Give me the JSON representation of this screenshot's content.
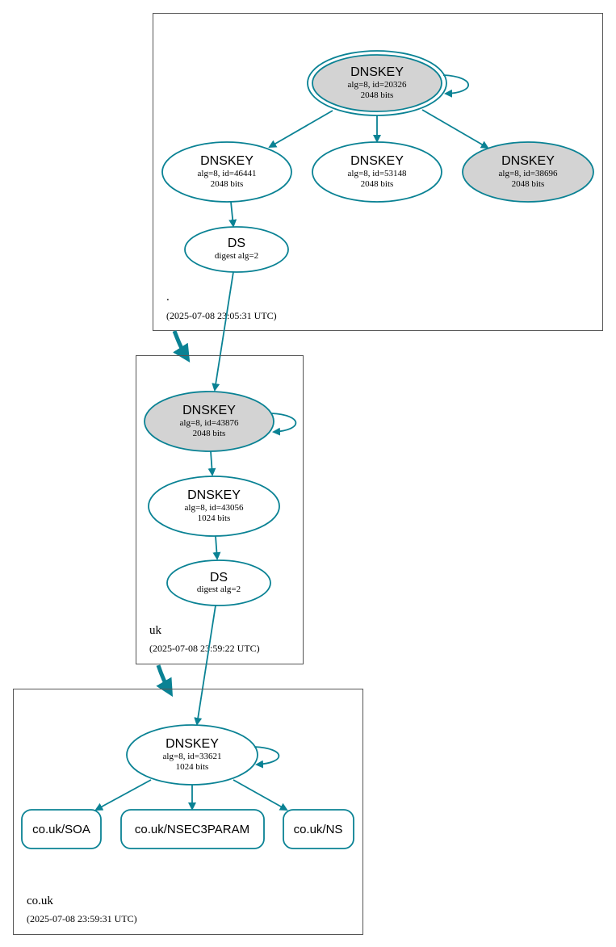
{
  "zones": {
    "root": {
      "name": ".",
      "timestamp": "(2025-07-08 23:05:31 UTC)",
      "ksk": {
        "title": "DNSKEY",
        "line1": "alg=8, id=20326",
        "line2": "2048 bits"
      },
      "zsk1": {
        "title": "DNSKEY",
        "line1": "alg=8, id=46441",
        "line2": "2048 bits"
      },
      "zsk2": {
        "title": "DNSKEY",
        "line1": "alg=8, id=53148",
        "line2": "2048 bits"
      },
      "key3": {
        "title": "DNSKEY",
        "line1": "alg=8, id=38696",
        "line2": "2048 bits"
      },
      "ds": {
        "title": "DS",
        "line1": "digest alg=2"
      }
    },
    "uk": {
      "name": "uk",
      "timestamp": "(2025-07-08 23:59:22 UTC)",
      "ksk": {
        "title": "DNSKEY",
        "line1": "alg=8, id=43876",
        "line2": "2048 bits"
      },
      "zsk": {
        "title": "DNSKEY",
        "line1": "alg=8, id=43056",
        "line2": "1024 bits"
      },
      "ds": {
        "title": "DS",
        "line1": "digest alg=2"
      }
    },
    "couk": {
      "name": "co.uk",
      "timestamp": "(2025-07-08 23:59:31 UTC)",
      "key": {
        "title": "DNSKEY",
        "line1": "alg=8, id=33621",
        "line2": "1024 bits"
      },
      "records": {
        "soa": "co.uk/SOA",
        "nsec3param": "co.uk/NSEC3PARAM",
        "ns": "co.uk/NS"
      }
    }
  },
  "colors": {
    "edge": "#0a8294",
    "key_fill_gray": "#d3d3d3",
    "box_stroke": "#555555"
  }
}
